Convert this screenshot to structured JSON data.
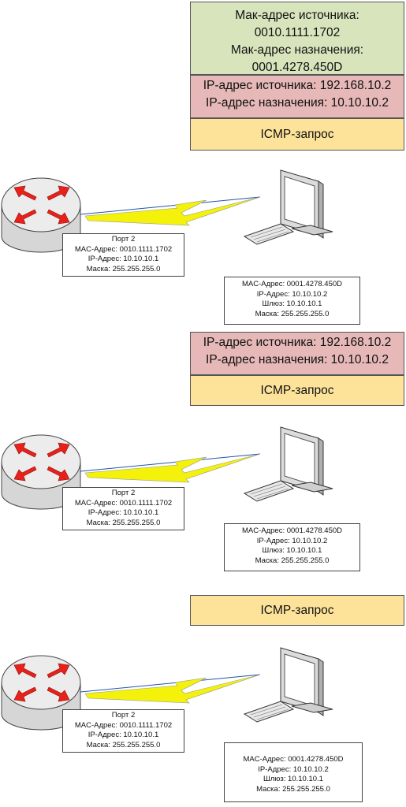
{
  "headers": {
    "mac": {
      "src_label": "Мак-адрес источника:",
      "src_value": "0010.1111.1702",
      "dst_label": "Мак-адрес назначения:",
      "dst_value": "0001.4278.450D"
    },
    "ip": {
      "src": "IP-адрес источника: 192.168.10.2",
      "dst": "IP-адрес назначения: 10.10.10.2"
    },
    "icmp": "ICMP-запрос"
  },
  "router_port": {
    "port": "Порт 2",
    "mac": "MAC-Адрес: 0010.1111.1702",
    "ip": "IP-Адрес: 10.10.10.1",
    "mask": "Маска: 255.255.255.0"
  },
  "host": {
    "mac": "MAC-Адрес: 0001.4278.450D",
    "ip": "IP-Адрес: 10.10.10.2",
    "gateway": "Шлюз: 10.10.10.1",
    "mask": "Маска: 255.255.255.0"
  },
  "colors": {
    "mac_header": "#d8e4bc",
    "ip_header": "#e6b8b7",
    "icmp_header": "#fde39a",
    "router_arrows": "#e8211b",
    "link_bolt": "#f4f20a"
  }
}
